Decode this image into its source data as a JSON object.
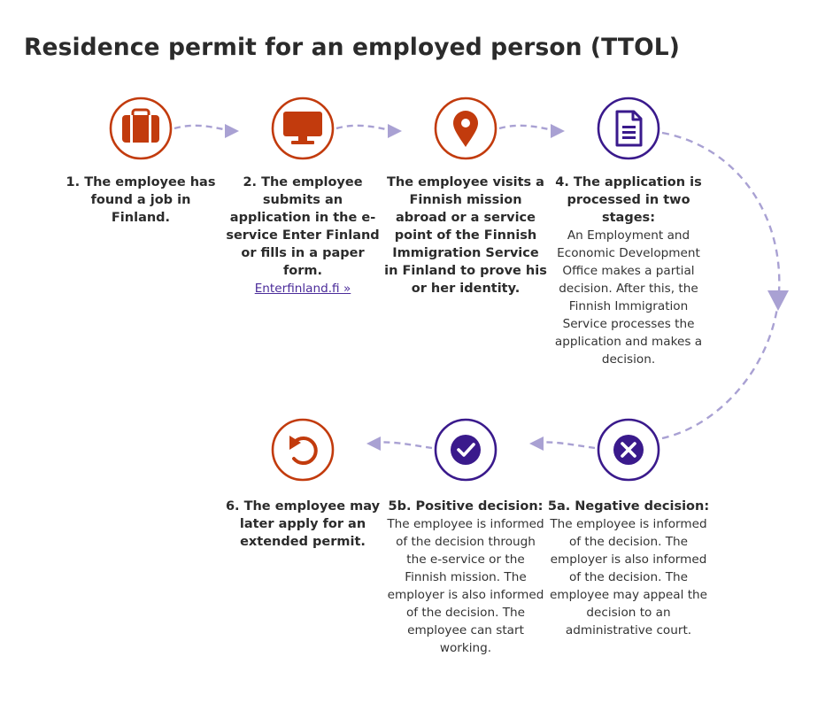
{
  "title": "Residence permit for an employed person (TTOL)",
  "colors": {
    "orange": "#c23b0d",
    "purple": "#3a1a8c",
    "arrow": "#a9a1d3"
  },
  "steps": [
    {
      "icon": "briefcase-icon",
      "title": "1. The employee has found a job in Finland."
    },
    {
      "icon": "computer-monitor-icon",
      "title": "2. The employee submits an application in the e-service Enter Finland or fills in a paper form.",
      "link": "Enterfinland.fi »"
    },
    {
      "icon": "location-pin-icon",
      "title": "The employee visits a Finnish mission abroad or a service point of the Finnish Immigration Service in Finland to prove his or her identity."
    },
    {
      "icon": "document-icon",
      "title": "4. The application is processed in two stages:",
      "desc": "An Employment and Economic Development Office makes a partial decision. After this, the Finnish Immigration Service processes the application and makes a decision."
    },
    {
      "icon": "x-circle-icon",
      "title": "5a. Negative decision:",
      "desc": "The employee is informed of the decision. The employer is also informed of the decision. The employee may appeal the decision to an administrative court."
    },
    {
      "icon": "check-circle-icon",
      "title": "5b. Positive decision:",
      "desc": "The employee is informed of the decision through the e-service or the Finnish mission. The employer is also informed of the decision. The employee can start working."
    },
    {
      "icon": "undo-arrow-icon",
      "title": "6. The employee may later apply for an extended permit."
    }
  ]
}
